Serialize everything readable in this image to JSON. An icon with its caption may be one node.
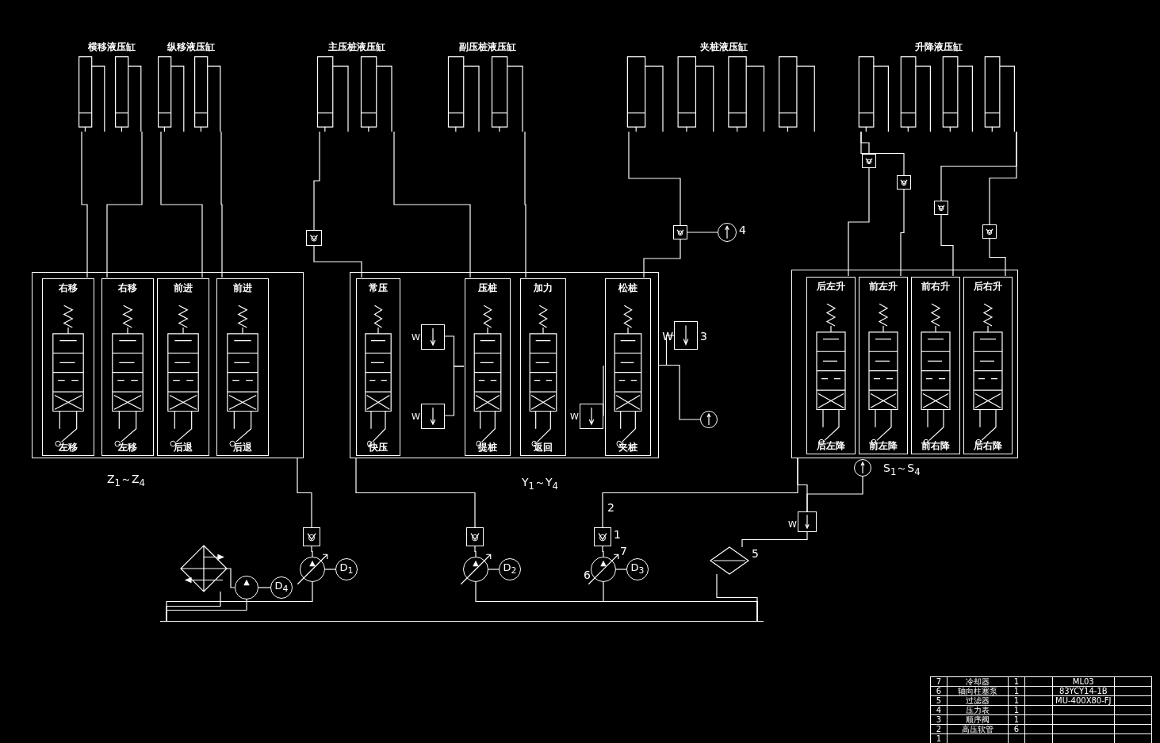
{
  "diagram": {
    "nodes": [
      {
        "text": [
          "横移液压缸"
        ]
      },
      {
        "text": [
          "纵移液压缸"
        ]
      },
      {
        "text": [
          "主压桩液压缸"
        ]
      },
      {
        "text": [
          "副压桩液压缸"
        ]
      },
      {
        "text": [
          "夹桩液压缸"
        ]
      },
      {
        "text": [
          "升降液压缸"
        ]
      },
      {
        "text": [],
        "shape": "box"
      },
      {
        "text": [
          "右移",
          "左移"
        ],
        "in": 6
      },
      {
        "text": [
          "右移",
          "左移"
        ],
        "in": 6
      },
      {
        "text": [
          "前进",
          "后退"
        ],
        "in": 6
      },
      {
        "text": [
          "前进",
          "后退"
        ],
        "in": 6
      },
      {
        "text": [],
        "shape": "box"
      },
      {
        "text": [
          "常压",
          "快压"
        ],
        "in": 11
      },
      {
        "text": [
          "压桩",
          "提桩"
        ],
        "in": 11
      },
      {
        "text": [
          "加力",
          "返回"
        ],
        "in": 11
      },
      {
        "text": [
          "松桩",
          "夹桩"
        ],
        "in": 11
      },
      {
        "text": [],
        "shape": "box"
      },
      {
        "text": [
          "后左升",
          "后左降"
        ],
        "in": 16
      },
      {
        "text": [
          "前左升",
          "前左降"
        ],
        "in": 16
      },
      {
        "text": [
          "前右升",
          "前右降"
        ],
        "in": 16
      },
      {
        "text": [
          "后右升",
          "后右降"
        ],
        "in": 16
      },
      {
        "text": [],
        "shape": "box",
        "beside": [
          "W",
          "3"
        ]
      },
      {
        "text": [],
        "shape": "circle",
        "beside": [
          "4"
        ]
      },
      {
        "text": [],
        "shape": "circle"
      },
      {
        "text": [],
        "shape": "circle"
      },
      {
        "text": [],
        "shape": "box"
      },
      {
        "text": [],
        "shape": "box"
      },
      {
        "text": [],
        "shape": "box",
        "beside": [
          "1"
        ]
      },
      {
        "text": [],
        "shape": "circle"
      },
      {
        "text": [],
        "shape": "circle"
      },
      {
        "text": [],
        "shape": "circle",
        "beside": [
          "6",
          "7"
        ]
      },
      {
        "text": [
          "D$_{1}$"
        ]
      },
      {
        "text": [
          "D$_{2}$"
        ]
      },
      {
        "text": [
          "D$_{3}$"
        ]
      },
      {
        "text": [
          "D$_{4}$"
        ]
      },
      {
        "text": [],
        "shape": "circle"
      },
      {
        "text": [],
        "shape": "diamond"
      },
      {
        "text": [],
        "shape": "diamond",
        "beside": [
          "5"
        ]
      },
      {
        "text": [],
        "shape": "box",
        "beside": [
          "W"
        ]
      },
      {
        "text": [],
        "shape": "box",
        "in": 11,
        "beside": [
          "W"
        ]
      },
      {
        "text": [],
        "shape": "box",
        "in": 11,
        "beside": [
          "W"
        ]
      },
      {
        "text": [],
        "shape": "box",
        "in": 11,
        "beside": [
          "W"
        ]
      },
      {
        "text": [],
        "shape": "box"
      },
      {
        "text": [],
        "shape": "box"
      },
      {
        "text": [],
        "shape": "box"
      },
      {
        "text": [],
        "shape": "box"
      },
      {
        "text": [],
        "shape": "box"
      },
      {
        "text": [],
        "shape": "box"
      },
      {
        "text": [],
        "shape": "bar"
      }
    ],
    "edges": [
      {
        "from": 0,
        "to": 7,
        "arrow": "none"
      },
      {
        "from": 0,
        "to": 8,
        "arrow": "none"
      },
      {
        "from": 1,
        "to": 9,
        "arrow": "none"
      },
      {
        "from": 1,
        "to": 10,
        "arrow": "none"
      },
      {
        "from": 2,
        "to": 42,
        "arrow": "none"
      },
      {
        "from": 42,
        "to": 12,
        "arrow": "none"
      },
      {
        "from": 2,
        "to": 13,
        "arrow": "none"
      },
      {
        "from": 3,
        "to": 14,
        "arrow": "none"
      },
      {
        "from": 4,
        "to": 43,
        "arrow": "none"
      },
      {
        "from": 43,
        "to": 15,
        "arrow": "none"
      },
      {
        "from": 43,
        "to": 22,
        "arrow": "none"
      },
      {
        "from": 5,
        "to": 44,
        "arrow": "none"
      },
      {
        "from": 5,
        "to": 45,
        "arrow": "none"
      },
      {
        "from": 5,
        "to": 46,
        "arrow": "none"
      },
      {
        "from": 5,
        "to": 47,
        "arrow": "none"
      },
      {
        "from": 44,
        "to": 17,
        "arrow": "none"
      },
      {
        "from": 45,
        "to": 18,
        "arrow": "none"
      },
      {
        "from": 46,
        "to": 19,
        "arrow": "none"
      },
      {
        "from": 47,
        "to": 20,
        "arrow": "none"
      },
      {
        "from": 28,
        "to": 25,
        "arrow": "none"
      },
      {
        "from": 29,
        "to": 26,
        "arrow": "none"
      },
      {
        "from": 30,
        "to": 27,
        "arrow": "none"
      },
      {
        "from": 31,
        "to": 28,
        "arrow": "none"
      },
      {
        "from": 32,
        "to": 29,
        "arrow": "none"
      },
      {
        "from": 33,
        "to": 30,
        "arrow": "none"
      },
      {
        "from": 34,
        "to": 35,
        "arrow": "none"
      },
      {
        "from": 35,
        "to": 36,
        "arrow": "none"
      },
      {
        "from": 25,
        "to": 6,
        "arrow": "none"
      },
      {
        "from": 26,
        "to": 11,
        "arrow": "none"
      },
      {
        "from": 27,
        "to": 16,
        "arrow": "none"
      },
      {
        "from": 21,
        "to": 11,
        "arrow": "none"
      },
      {
        "from": 23,
        "to": 11,
        "arrow": "none"
      },
      {
        "from": 38,
        "to": 37,
        "arrow": "none"
      },
      {
        "from": 38,
        "to": 16,
        "arrow": "none"
      },
      {
        "from": 24,
        "to": 38,
        "arrow": "none"
      },
      {
        "from": 39,
        "to": 13,
        "arrow": "none"
      },
      {
        "from": 40,
        "to": 13,
        "arrow": "none"
      },
      {
        "from": 41,
        "to": 15,
        "arrow": "none"
      },
      {
        "from": 36,
        "to": 48,
        "arrow": "none"
      },
      {
        "from": 35,
        "to": 48,
        "arrow": "none"
      },
      {
        "from": 28,
        "to": 48,
        "arrow": "none"
      },
      {
        "from": 29,
        "to": 48,
        "arrow": "none"
      },
      {
        "from": 30,
        "to": 48,
        "arrow": "none"
      },
      {
        "from": 37,
        "to": 48,
        "arrow": "none"
      }
    ],
    "labels": [
      "Z$_{1}$～Z$_{4}$",
      "Y$_{1}$～Y$_{4}$",
      "S$_{1}$～S$_{4}$",
      "2",
      "7",
      "冷却器",
      "1",
      "ML03",
      "6",
      "轴向柱塞泵",
      "1",
      "83YCY14-1B",
      "5",
      "过滤器",
      "1",
      "MU-400X80-FJ",
      "4",
      "压力表",
      "1",
      "3",
      "顺序阀",
      "1",
      "2",
      "高压软管",
      "6",
      "1"
    ]
  }
}
